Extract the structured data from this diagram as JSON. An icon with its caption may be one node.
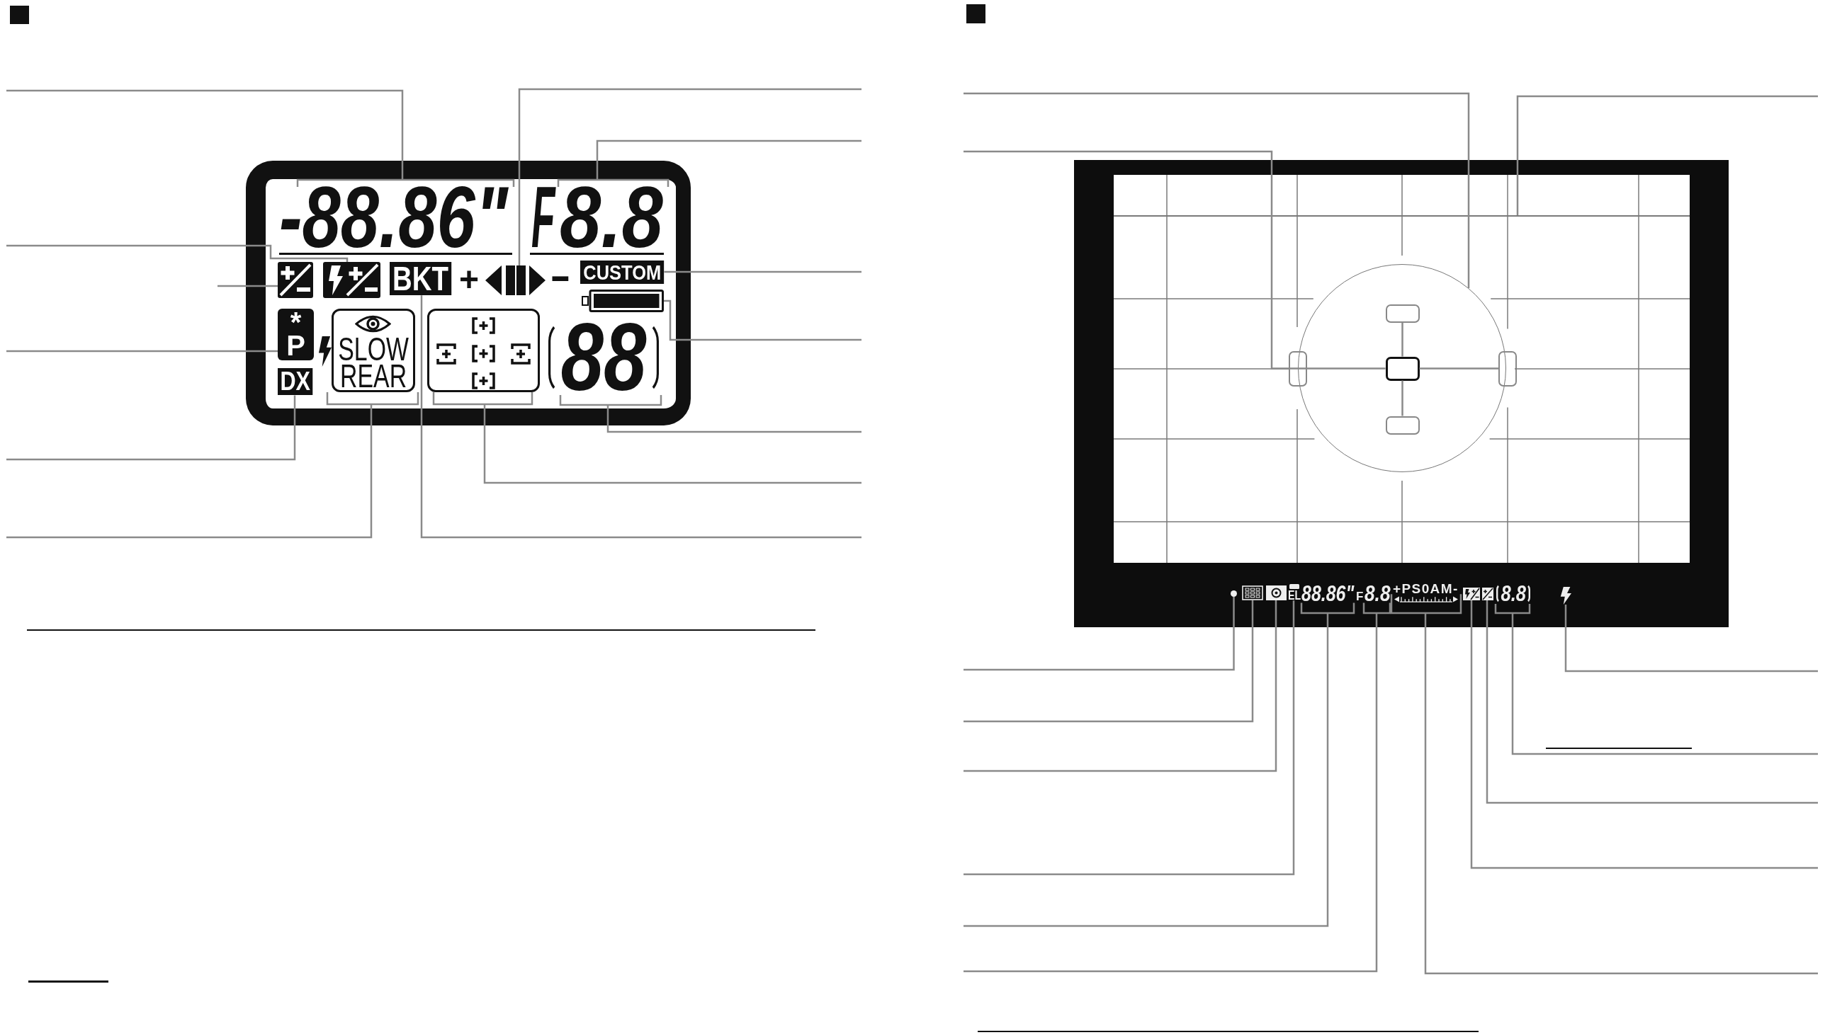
{
  "diagram": {
    "nodes": [
      {
        "text": [],
        "shape": "box"
      },
      {
        "text": [
          "-88.86\""
        ],
        "in": 0
      },
      {
        "text": [
          "8.8"
        ],
        "beside": [
          "F"
        ],
        "in": 0
      },
      {
        "text": [],
        "shape": "icon",
        "in": 0
      },
      {
        "text": [],
        "shape": "icon",
        "in": 0
      },
      {
        "text": [
          "BKT"
        ],
        "in": 0
      },
      {
        "text": [],
        "shape": "icon",
        "beside": [
          "+",
          "-"
        ],
        "in": 0
      },
      {
        "text": [
          "CUSTOM"
        ],
        "in": 0
      },
      {
        "text": [],
        "shape": "icon",
        "in": 0
      },
      {
        "text": [
          "* P"
        ],
        "in": 0
      },
      {
        "text": [
          "SLOW REAR"
        ],
        "in": 0
      },
      {
        "text": [],
        "shape": "box",
        "in": 0
      },
      {
        "text": [
          "88"
        ],
        "in": 0
      },
      {
        "text": [
          "DX"
        ],
        "in": 0
      },
      {
        "text": [],
        "shape": "box"
      },
      {
        "text": [],
        "shape": "line",
        "in": 14
      },
      {
        "text": [],
        "shape": "circle",
        "in": 14
      },
      {
        "text": [],
        "shape": "box",
        "in": 16
      },
      {
        "text": [],
        "shape": "box",
        "in": 14
      },
      {
        "text": [],
        "shape": "box",
        "in": 16
      },
      {
        "text": [],
        "shape": "box",
        "in": 14
      },
      {
        "text": [],
        "shape": "box",
        "in": 16
      },
      {
        "text": [],
        "shape": "circle",
        "in": 14
      },
      {
        "text": [],
        "shape": "icon",
        "in": 14
      },
      {
        "text": [],
        "shape": "icon",
        "in": 14
      },
      {
        "text": [
          "EL"
        ],
        "in": 14
      },
      {
        "text": [
          "88.86\""
        ],
        "in": 14
      },
      {
        "text": [
          "8.8"
        ],
        "beside": [
          "F"
        ],
        "in": 14
      },
      {
        "text": [
          "+PS0AM-"
        ],
        "in": 14
      },
      {
        "text": [],
        "shape": "icon",
        "in": 14
      },
      {
        "text": [],
        "shape": "icon",
        "in": 14
      },
      {
        "text": [
          "8.8"
        ],
        "in": 14
      },
      {
        "text": [],
        "shape": "icon",
        "in": 14
      }
    ],
    "edges": [
      {
        "from": null,
        "to": 1,
        "arrow": "none"
      },
      {
        "from": null,
        "to": 4,
        "arrow": "none"
      },
      {
        "from": null,
        "to": 3,
        "arrow": "none"
      },
      {
        "from": null,
        "to": 9,
        "arrow": "none"
      },
      {
        "from": null,
        "to": 13,
        "arrow": "none"
      },
      {
        "from": null,
        "to": 10,
        "arrow": "none"
      },
      {
        "from": null,
        "to": 6,
        "arrow": "none"
      },
      {
        "from": null,
        "to": 2,
        "arrow": "none"
      },
      {
        "from": null,
        "to": 7,
        "arrow": "none"
      },
      {
        "from": null,
        "to": 8,
        "arrow": "none"
      },
      {
        "from": null,
        "to": 12,
        "arrow": "none"
      },
      {
        "from": null,
        "to": 11,
        "arrow": "none"
      },
      {
        "from": null,
        "to": 5,
        "arrow": "none"
      },
      {
        "from": null,
        "to": 16,
        "arrow": "none"
      },
      {
        "from": null,
        "to": 17,
        "arrow": "none"
      },
      {
        "from": null,
        "to": 18,
        "arrow": "none"
      },
      {
        "from": null,
        "to": 19,
        "arrow": "none"
      },
      {
        "from": null,
        "to": 20,
        "arrow": "none"
      },
      {
        "from": null,
        "to": 21,
        "arrow": "none"
      },
      {
        "from": null,
        "to": 15,
        "arrow": "none"
      },
      {
        "from": null,
        "to": 22,
        "arrow": "none"
      },
      {
        "from": null,
        "to": 23,
        "arrow": "none"
      },
      {
        "from": null,
        "to": 24,
        "arrow": "none"
      },
      {
        "from": null,
        "to": 25,
        "arrow": "none"
      },
      {
        "from": null,
        "to": 26,
        "arrow": "none"
      },
      {
        "from": null,
        "to": 27,
        "arrow": "none"
      },
      {
        "from": null,
        "to": 32,
        "arrow": "none"
      },
      {
        "from": null,
        "to": 31,
        "arrow": "none"
      },
      {
        "from": null,
        "to": 30,
        "arrow": "none"
      },
      {
        "from": null,
        "to": 29,
        "arrow": "none"
      },
      {
        "from": null,
        "to": 28,
        "arrow": "none"
      }
    ]
  }
}
